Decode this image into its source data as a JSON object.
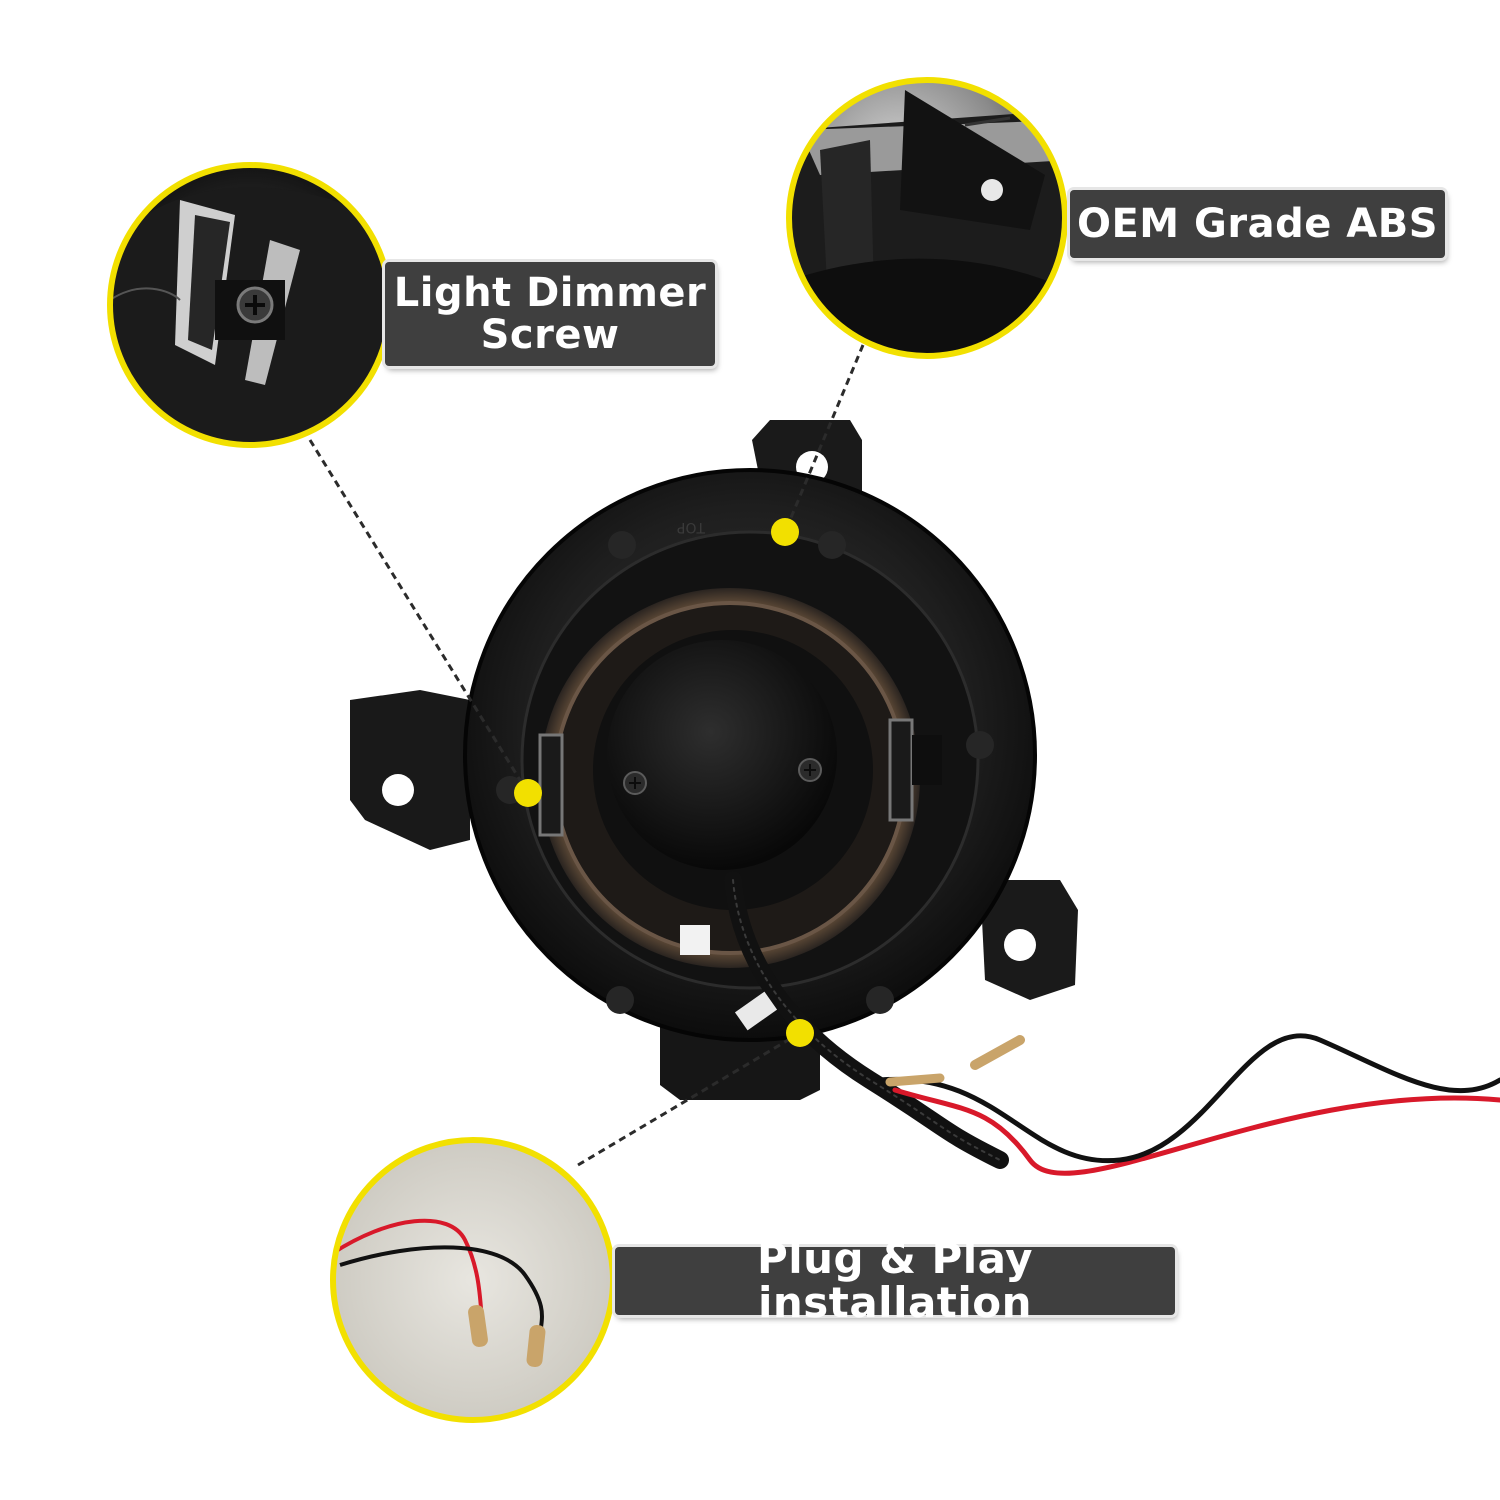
{
  "callouts": {
    "dimmer": {
      "line1": "Light Dimmer",
      "line2": "Screw"
    },
    "abs": {
      "text": "OEM Grade ABS"
    },
    "plug": {
      "text": "Plug & Play installation"
    }
  },
  "product_markings": {
    "top_text": "TOP"
  },
  "colors": {
    "accent": "#f2e000",
    "label_bg": "#3f3f3f",
    "label_text": "#ffffff",
    "housing": "#1c1c1c",
    "wire_red": "#d8192a",
    "wire_black": "#111111"
  }
}
